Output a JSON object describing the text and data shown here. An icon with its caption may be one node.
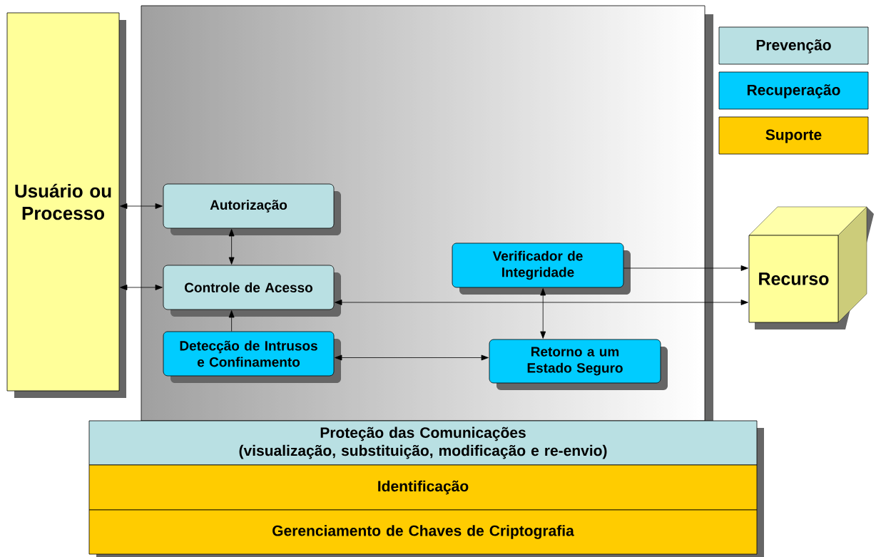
{
  "diagram": {
    "nodes": [
      {
        "text": [
          "Usuário ou Processo"
        ]
      },
      {
        "text": [],
        "shape": "box"
      },
      {
        "text": [
          "Autorização"
        ],
        "in": 1
      },
      {
        "text": [
          "Controle de Acesso"
        ],
        "in": 1
      },
      {
        "text": [
          "Detecção de Intrusos e Confinamento"
        ],
        "in": 1
      },
      {
        "text": [
          "Verificador de Integridade"
        ],
        "in": 1
      },
      {
        "text": [
          "Retorno a um Estado Seguro"
        ],
        "in": 1
      },
      {
        "text": [
          "Recurso"
        ]
      },
      {
        "text": [
          "Proteção das Comunicações",
          "(visualização, substituição, modificação e re-envio)"
        ]
      },
      {
        "text": [
          "Identificação"
        ]
      },
      {
        "text": [
          "Gerenciamento de Chaves de Criptografia"
        ]
      }
    ],
    "edges": [
      {
        "from": 0,
        "to": 2,
        "arrow": "both"
      },
      {
        "from": 0,
        "to": 3,
        "arrow": "both"
      },
      {
        "from": 2,
        "to": 3,
        "arrow": "both"
      },
      {
        "from": 4,
        "to": 3,
        "arrow": "to"
      },
      {
        "from": 4,
        "to": 6,
        "arrow": "both"
      },
      {
        "from": 5,
        "to": 6,
        "arrow": "both"
      },
      {
        "from": 5,
        "to": 7,
        "arrow": "to"
      },
      {
        "from": 3,
        "to": 7,
        "arrow": "both"
      }
    ],
    "legend": [
      {
        "text": "Prevenção",
        "color": "#b9e0e3"
      },
      {
        "text": "Recuperação",
        "color": "#00ccff"
      },
      {
        "text": "Suporte",
        "color": "#ffcc00"
      }
    ]
  }
}
